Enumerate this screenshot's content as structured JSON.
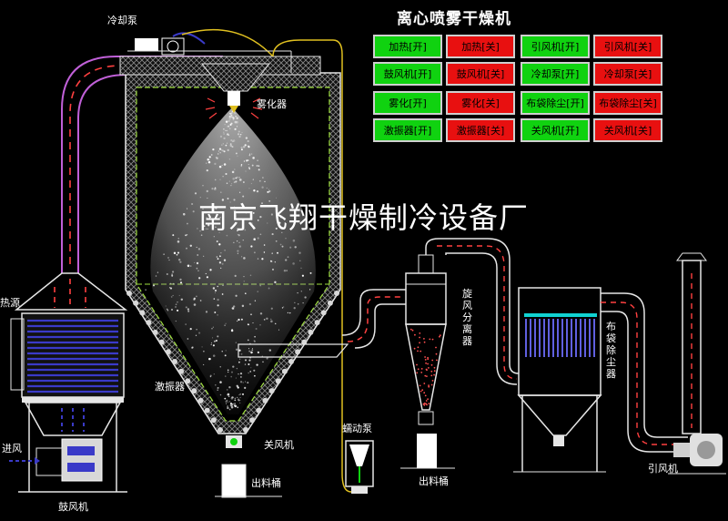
{
  "title": "离心喷雾干燥机",
  "watermark": "南京飞翔干燥制冷设备厂",
  "labels": {
    "cooling_pump": "冷却泵",
    "atomizer": "雾化器",
    "heat_source": "热源",
    "air_inlet": "进风",
    "blower": "鼓风机",
    "vibrator": "激振器",
    "close_fan": "关风机",
    "outlet_bucket_1": "出料桶",
    "peristaltic_pump": "蠕动泵",
    "cyclone": "旋风分离器",
    "outlet_bucket_2": "出料桶",
    "bag_filter": "布袋除尘器",
    "induced_fan": "引风机"
  },
  "controls": [
    {
      "label": "加热[开]",
      "state": "on"
    },
    {
      "label": "加热[关]",
      "state": "off"
    },
    {
      "label": "引风机[开]",
      "state": "on"
    },
    {
      "label": "引风机[关]",
      "state": "off"
    },
    {
      "label": "鼓风机[开]",
      "state": "on"
    },
    {
      "label": "鼓风机[关]",
      "state": "off"
    },
    {
      "label": "冷却泵[开]",
      "state": "on"
    },
    {
      "label": "冷却泵[关]",
      "state": "off"
    },
    {
      "label": "雾化[开]",
      "state": "on"
    },
    {
      "label": "雾化[关]",
      "state": "off"
    },
    {
      "label": "布袋除尘[开]",
      "state": "on"
    },
    {
      "label": "布袋除尘[关]",
      "state": "off"
    },
    {
      "label": "激振器[开]",
      "state": "on"
    },
    {
      "label": "激振器[关]",
      "state": "off"
    },
    {
      "label": "关风机[开]",
      "state": "on"
    },
    {
      "label": "关风机[关]",
      "state": "off"
    }
  ],
  "colors": {
    "pipe": "#c060d8",
    "frame": "#e6e6e6",
    "hatch": "#a0e040",
    "dash": "#ff4040",
    "heater": "#3a3ac8",
    "on": "#10d210",
    "off": "#e81010"
  }
}
